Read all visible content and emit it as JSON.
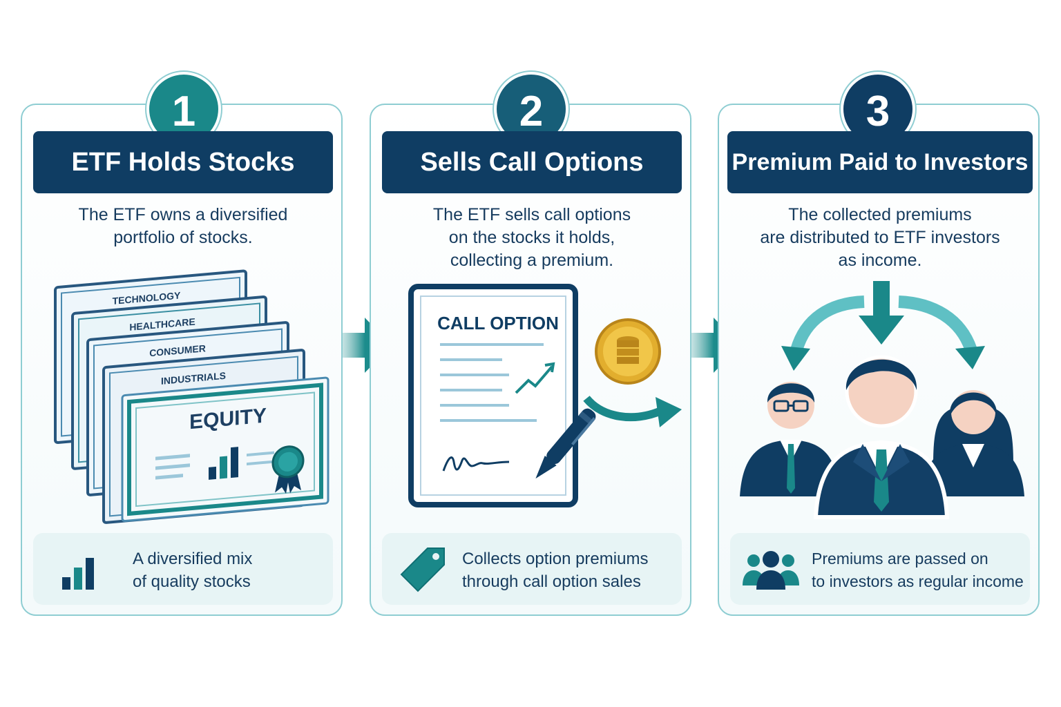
{
  "colors": {
    "navy": "#0f3d63",
    "teal": "#1c8c8c",
    "light_teal": "#8ecdd2",
    "panel_bg": "#f4fafb",
    "footer_bg": "#e7f4f5",
    "gold": "#e2ae2e"
  },
  "steps": [
    {
      "number": "1",
      "title": "ETF Holds Stocks",
      "description": [
        "The ETF owns a diversified",
        "portfolio of stocks."
      ],
      "illustration": {
        "certificates": [
          "TECHNOLOGY",
          "HEALTHCARE",
          "CONSUMER",
          "INDUSTRIALS"
        ],
        "front_label": "EQUITY"
      },
      "footer": {
        "icon": "bar-chart-icon",
        "lines": [
          "A diversified mix",
          "of quality stocks"
        ]
      }
    },
    {
      "number": "2",
      "title": "Sells Call Options",
      "description": [
        "The ETF sells call options",
        "on the stocks it holds,",
        "collecting a premium."
      ],
      "illustration": {
        "document_title": "CALL OPTION"
      },
      "footer": {
        "icon": "price-tag-icon",
        "lines": [
          "Collects option premiums",
          "through call option sales"
        ]
      }
    },
    {
      "number": "3",
      "title": "Premium Paid to Investors",
      "description": [
        "The collected premiums",
        "are distributed to ETF investors",
        "as income."
      ],
      "footer": {
        "icon": "group-icon",
        "lines": [
          "Premiums are passed on",
          "to investors as regular income"
        ]
      }
    }
  ]
}
